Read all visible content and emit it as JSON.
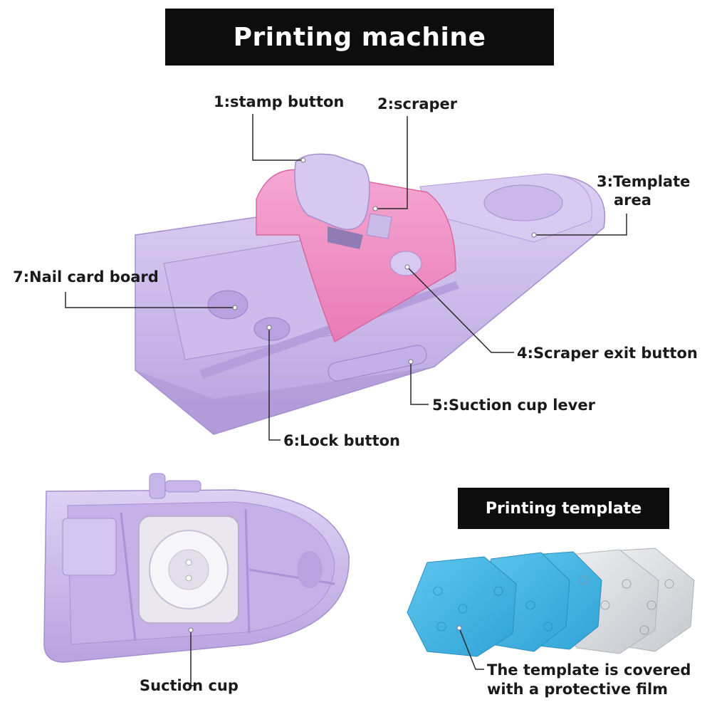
{
  "header": {
    "title": "Printing machine"
  },
  "callouts": {
    "stamp_button": "1:stamp button",
    "scraper": "2:scraper",
    "template_area_line1": "3:Template",
    "template_area_line2": "area",
    "scraper_exit_button": "4:Scraper exit button",
    "suction_cup_lever": "5:Suction cup lever",
    "lock_button": "6:Lock button",
    "nail_card_board": "7:Nail card board",
    "suction_cup": "Suction cup"
  },
  "template_section": {
    "title": "Printing template",
    "note_line1": "The template is covered",
    "note_line2": "with a protective film"
  },
  "colors": {
    "machine_lilac": "#c9b6e8",
    "machine_lilac_dark": "#a993d4",
    "scraper_pink": "#f08cc2",
    "template_blue": "#45b6e3",
    "template_silver": "#d4d6da",
    "banner_black": "#0d0d0d"
  }
}
